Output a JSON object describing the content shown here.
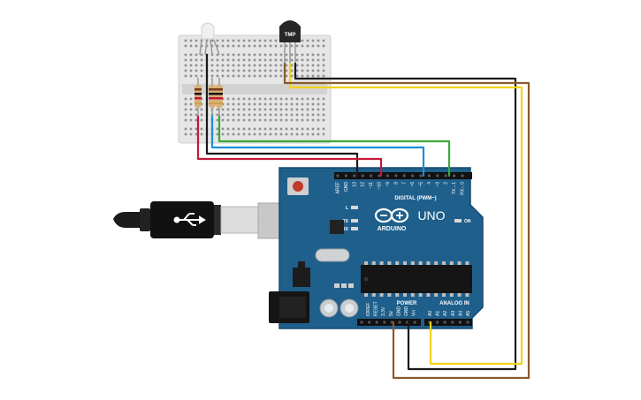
{
  "components": {
    "temp_sensor": {
      "label": "TMP"
    },
    "arduino": {
      "brand": "ARDUINO",
      "model": "UNO",
      "digital_header_label": "DIGITAL (PWM~)",
      "power_label": "POWER",
      "analog_label": "ANALOG IN",
      "on_label": "ON",
      "l_label": "L",
      "tx_label": "TX",
      "rx_label": "RX",
      "digital_pins": [
        "AREF",
        "GND",
        "13",
        "12",
        "~11",
        "~10",
        "~9",
        "8",
        "7",
        "~6",
        "~5",
        "4",
        "~3",
        "2",
        "TX→1",
        "RX←0"
      ],
      "power_pins": [
        "IOREF",
        "RESET",
        "3.3V",
        "5V",
        "GND",
        "GND",
        "Vin"
      ],
      "analog_pins": [
        "A0",
        "A1",
        "A2",
        "A3",
        "A4",
        "A5"
      ]
    }
  },
  "colors": {
    "board": "#1f5f8b",
    "board_edge": "#174a6e",
    "breadboard": "#e4e4e4",
    "wire_black": "#1a1a1a",
    "wire_red": "#c4173a",
    "wire_blue": "#1d8fd6",
    "wire_green": "#3aaa35",
    "wire_yellow": "#f2d21b",
    "wire_brown": "#8a5a2b",
    "usb_cable": "#1b1b1b"
  }
}
